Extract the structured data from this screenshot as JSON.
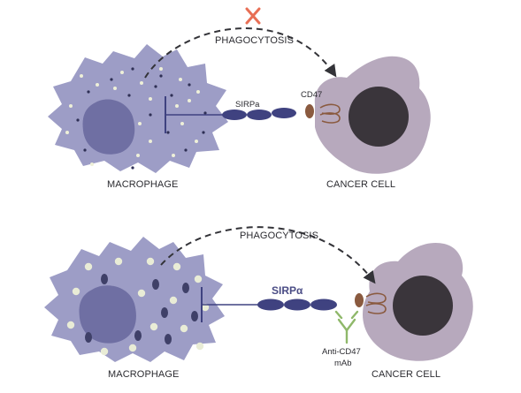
{
  "colors": {
    "macrophage": "#9d9dc6",
    "macrophage_nucleus": "#6f6fa3",
    "cancer_body": "#b7a9bd",
    "cancer_nucleus": "#3a353b",
    "sirpa": "#3f4280",
    "cd47": "#8a5a3f",
    "antibody": "#8fb86a",
    "block_x": "#e86f55",
    "arrow": "#333338"
  },
  "panel_top": {
    "phagocytosis_label": "PHAGOCYTOSIS",
    "blocked_icon": "x-mark-icon",
    "receptor_label": "SIRPa",
    "ligand_label": "CD47",
    "macrophage_label": "MACROPHAGE",
    "cancer_label": "CANCER CELL"
  },
  "panel_bottom": {
    "phagocytosis_label": "PHAGOCYTOSIS",
    "receptor_label": "SIRPα",
    "antibody_label_line1": "Anti-CD47",
    "antibody_label_line2": "mAb",
    "macrophage_label": "MACROPHAGE",
    "cancer_label": "CANCER CELL"
  }
}
